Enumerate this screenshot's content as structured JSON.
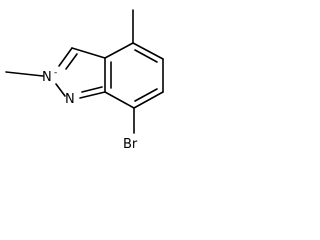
{
  "molecule": {
    "atoms": {
      "n_ring": "N",
      "n_methyl": "N",
      "bromine": "Br"
    },
    "n_methyl_charge": "-"
  }
}
